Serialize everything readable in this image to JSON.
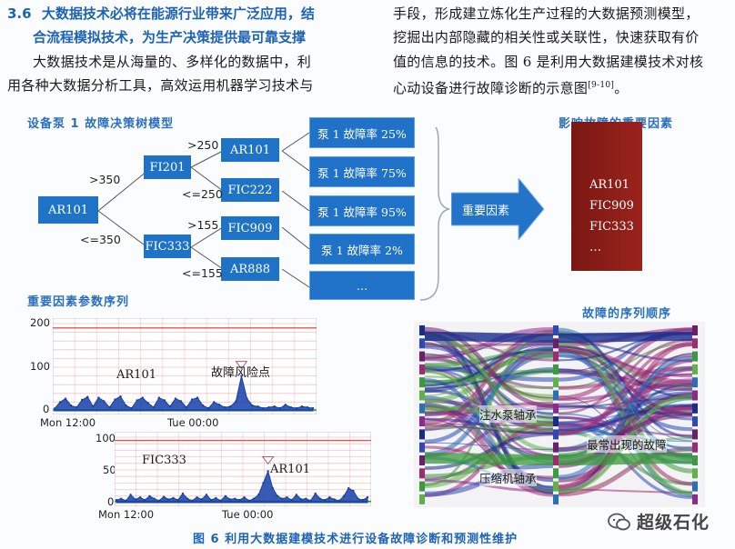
{
  "article": {
    "section_number": "3.6",
    "heading_line1": "大数据技术必将在能源行业带来广泛应用，结",
    "heading_line2": "合流程模拟技术，为生产决策提供最可靠支撑",
    "left_para_line1": "大数据技术是从海量的、多样化的数据中，利",
    "left_para_line2": "用各种大数据分析工具，高效运用机器学习技术与",
    "right_para_line1": "手段，形成建立炼化生产过程的大数据预测模型，",
    "right_para_line2": "挖掘出内部隐藏的相关性或关联性，快速获取有价",
    "right_para_line3": "值的信息的技术。图 6 是利用大数据建模技术对核",
    "right_para_line4": "心动设备进行故障诊断的示意图",
    "right_para_cite": "[9-10]",
    "right_para_end": "。"
  },
  "decision_tree": {
    "title": "设备泵 1 故障决策树模型",
    "root": "AR101",
    "level1": [
      "FI201",
      "FIC333"
    ],
    "level2": [
      "AR101",
      "FIC222",
      "FIC909",
      "AR888"
    ],
    "edge_labels": {
      "gt350": ">350",
      "le350": "<=350",
      "gt250": ">250",
      "le250": "<=250",
      "gt155": ">155",
      "le155": "<=155"
    },
    "leaves": [
      "泵 1 故障率 25%",
      "泵 1 故障率 75%",
      "泵 1 故障率 95%",
      "泵 1 故障率 2%",
      "…"
    ]
  },
  "arrow_label": "重要因素",
  "factors": {
    "title": "影响故障的重要因素",
    "items": [
      "AR101",
      "FIC909",
      "FIC333",
      "…"
    ]
  },
  "sequence_title": "重要因素参数序列",
  "chart_data": [
    {
      "type": "line",
      "title": "",
      "series_label": "AR101",
      "annotation": "故障风险点",
      "y_ticks": [
        "200",
        "100",
        "0"
      ],
      "x_ticks": [
        "Mon 12:00",
        "Tue 00:00"
      ],
      "ylim": [
        0,
        200
      ],
      "threshold": 190,
      "peak_value": 80,
      "values": [
        5,
        20,
        28,
        12,
        8,
        25,
        32,
        10,
        30,
        22,
        8,
        26,
        33,
        12,
        6,
        24,
        30,
        18,
        8,
        30,
        24,
        10,
        28,
        22,
        8,
        26,
        30,
        12,
        6,
        20,
        14,
        8,
        10,
        22,
        80,
        28,
        12,
        10,
        6,
        8,
        10,
        6,
        14,
        8,
        6,
        10,
        8,
        6
      ]
    },
    {
      "type": "line",
      "title": "",
      "series_label": "FIC333",
      "annotation": "AR101",
      "y_ticks": [
        "100",
        "50",
        "0"
      ],
      "x_ticks": [
        "Mon 12:00",
        "Tue 00:00"
      ],
      "ylim": [
        0,
        100
      ],
      "threshold": 95,
      "peak_value": 48,
      "values": [
        4,
        6,
        3,
        12,
        5,
        8,
        4,
        10,
        6,
        3,
        9,
        5,
        7,
        4,
        14,
        6,
        3,
        8,
        5,
        12,
        4,
        7,
        3,
        10,
        5,
        6,
        4,
        8,
        3,
        6,
        12,
        30,
        48,
        22,
        10,
        6,
        8,
        4,
        12,
        5,
        6,
        3,
        14,
        6,
        4,
        8,
        5,
        3,
        10,
        22,
        18,
        6,
        4,
        8
      ]
    }
  ],
  "sankey": {
    "title": "故障的序列顺序",
    "labels": [
      "注水泵轴承",
      "最常出现的故障",
      "压缩机轴承"
    ]
  },
  "figure_caption": "图 6   利用大数据建模技术进行设备故障诊断和预测性维护",
  "watermark": "超级石化",
  "colors": {
    "heading_blue": "#1d63b5",
    "node_blue": "#1f73c7",
    "factor_red": "#8d1d17",
    "grid_red": "#e05555",
    "series_blue": "#1540a8",
    "series_green": "#2f9a3a"
  }
}
